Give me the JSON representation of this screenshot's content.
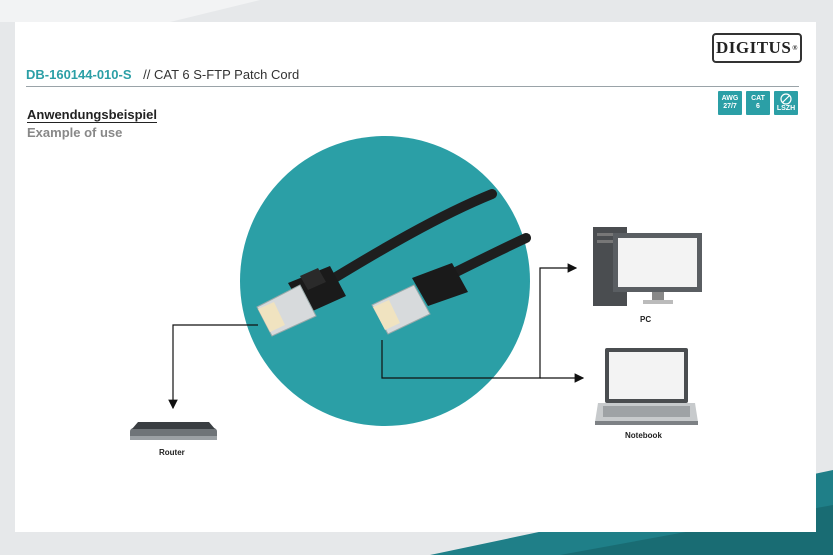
{
  "logo": {
    "text": "DIGITUS",
    "mark": "®"
  },
  "header": {
    "product_code": "DB-160144-010-S",
    "product_title": "// CAT 6 S-FTP Patch Cord"
  },
  "badges": [
    {
      "line1": "AWG",
      "line2": "27/7"
    },
    {
      "line1": "CAT",
      "line2": "6"
    },
    {
      "line1": "LSZH",
      "line2": ""
    }
  ],
  "section": {
    "title": "Anwendungsbeispiel",
    "subtitle": "Example of use"
  },
  "devices": {
    "router": "Router",
    "pc": "PC",
    "notebook": "Notebook"
  },
  "colors": {
    "accent": "#2b9fa6",
    "cable": "#1e1e1e",
    "background": "#e6e8ea"
  }
}
